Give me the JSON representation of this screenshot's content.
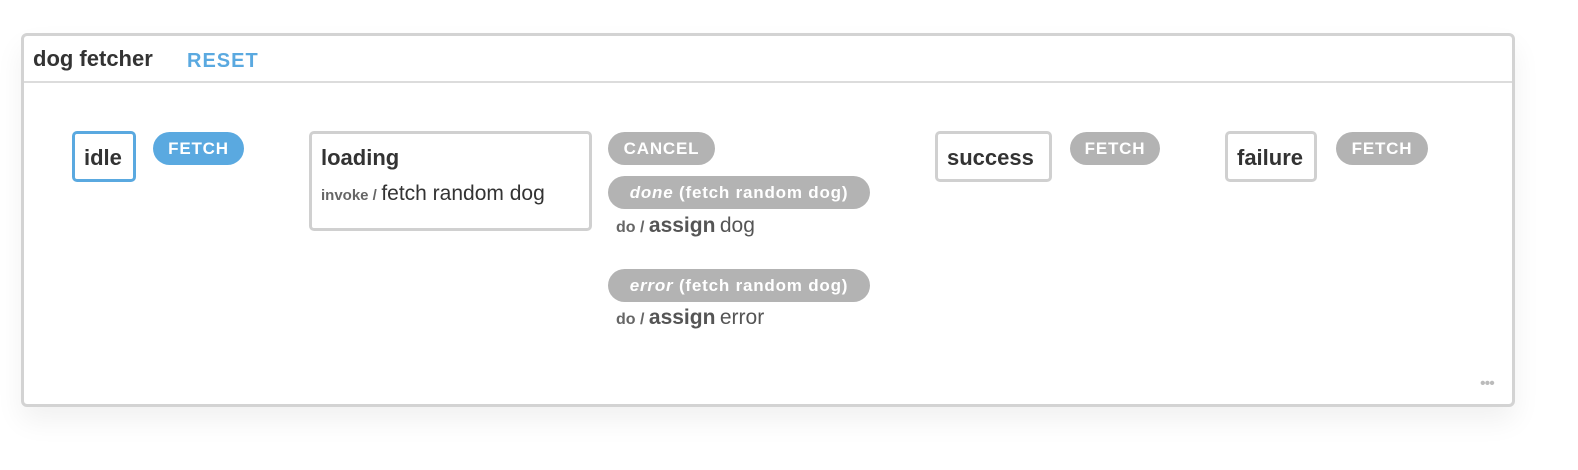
{
  "machine": {
    "title": "dog fetcher",
    "reset_label": "RESET",
    "more_label": "•••"
  },
  "states": {
    "idle": {
      "name": "idle",
      "active": true
    },
    "loading": {
      "name": "loading",
      "invoke_label": "invoke /",
      "invoke_src": "fetch random dog"
    },
    "success": {
      "name": "success"
    },
    "failure": {
      "name": "failure"
    }
  },
  "events": {
    "idle_fetch": {
      "label": "FETCH",
      "active": true
    },
    "loading_cancel": {
      "label": "CANCEL"
    },
    "loading_done": {
      "prefix": "done",
      "label": "(fetch random dog)"
    },
    "loading_error": {
      "prefix": "error",
      "label": "(fetch random dog)"
    },
    "success_fetch": {
      "label": "FETCH"
    },
    "failure_fetch": {
      "label": "FETCH"
    }
  },
  "actions": {
    "done_action": {
      "do": "do /",
      "keyword": "assign",
      "arg": "dog"
    },
    "error_action": {
      "do": "do /",
      "keyword": "assign",
      "arg": "error"
    }
  },
  "colors": {
    "active": "#5aa9e0",
    "inactive": "#b3b3b3",
    "border": "#d0d0d0"
  }
}
